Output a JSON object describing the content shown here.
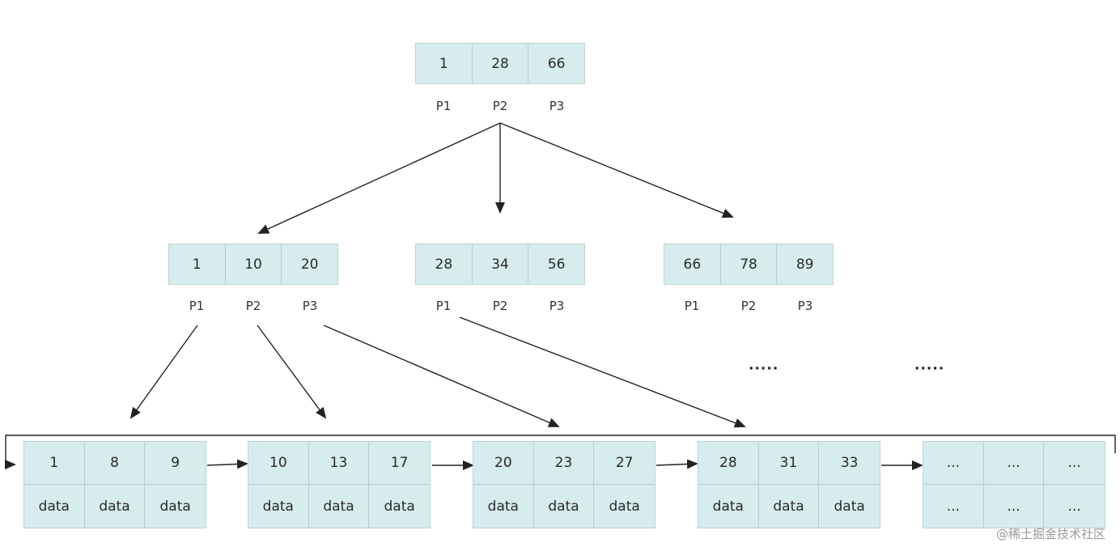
{
  "root": {
    "keys": [
      "1",
      "28",
      "66"
    ],
    "pointers": [
      "P1",
      "P2",
      "P3"
    ]
  },
  "internal": [
    {
      "keys": [
        "1",
        "10",
        "20"
      ],
      "pointers": [
        "P1",
        "P2",
        "P3"
      ]
    },
    {
      "keys": [
        "28",
        "34",
        "56"
      ],
      "pointers": [
        "P1",
        "P2",
        "P3"
      ]
    },
    {
      "keys": [
        "66",
        "78",
        "89"
      ],
      "pointers": [
        "P1",
        "P2",
        "P3"
      ]
    }
  ],
  "ellipsis": [
    "·····",
    "·····"
  ],
  "leaves": [
    {
      "keys": [
        "1",
        "8",
        "9"
      ],
      "data": [
        "data",
        "data",
        "data"
      ]
    },
    {
      "keys": [
        "10",
        "13",
        "17"
      ],
      "data": [
        "data",
        "data",
        "data"
      ]
    },
    {
      "keys": [
        "20",
        "23",
        "27"
      ],
      "data": [
        "data",
        "data",
        "data"
      ]
    },
    {
      "keys": [
        "28",
        "31",
        "33"
      ],
      "data": [
        "data",
        "data",
        "data"
      ]
    },
    {
      "keys": [
        "...",
        "...",
        "..."
      ],
      "data": [
        "...",
        "...",
        "..."
      ]
    }
  ],
  "watermark": "@稀土掘金技术社区",
  "colors": {
    "node_fill": "#d7ecec",
    "node_border": "#b2cfcf",
    "arrow": "#222222"
  }
}
